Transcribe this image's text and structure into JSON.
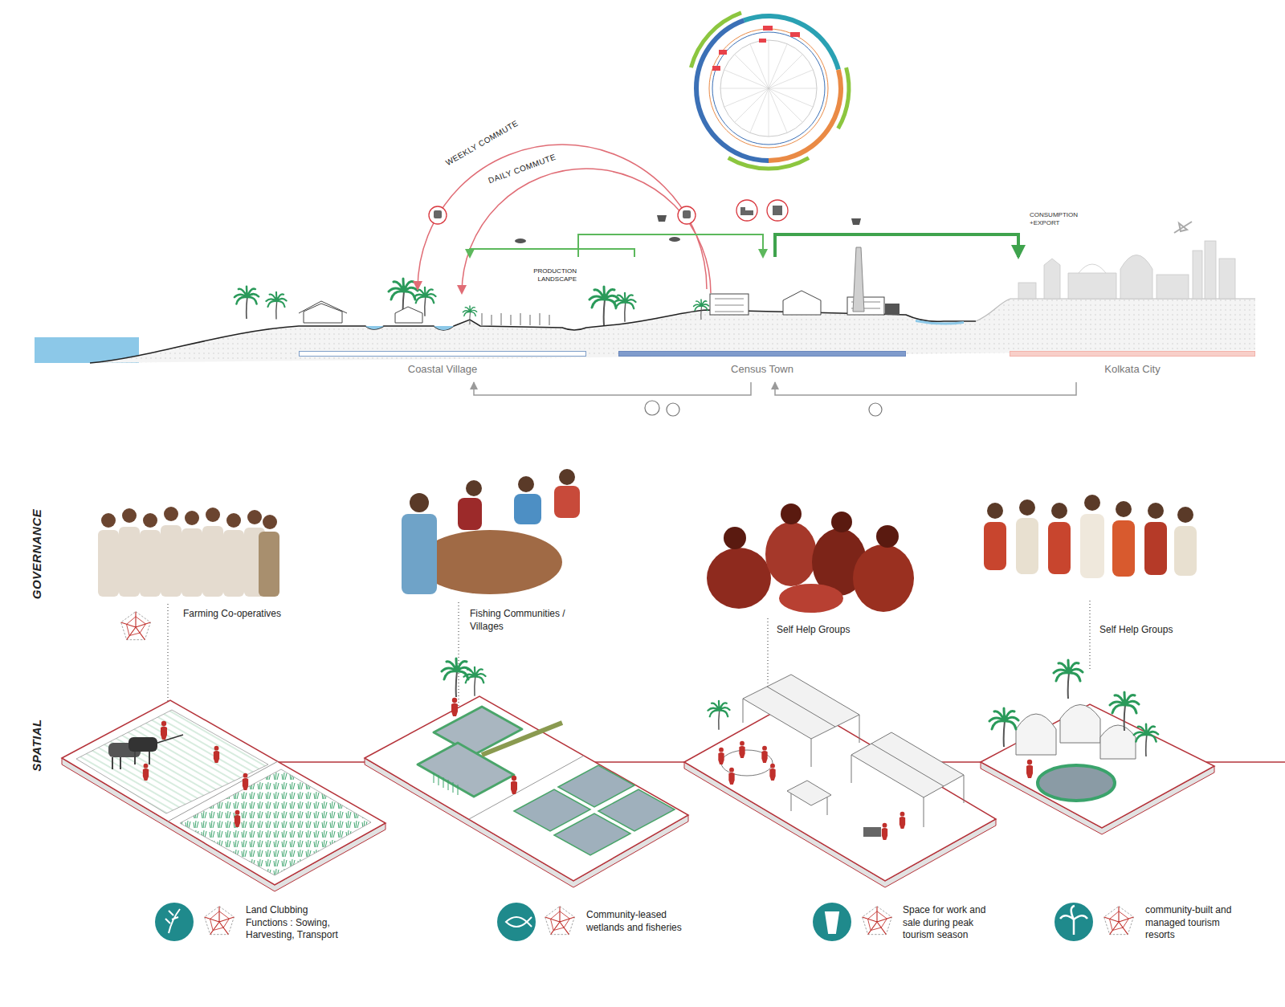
{
  "diagram": {
    "nodes": [
      {
        "text": [
          "Coastal Village"
        ]
      },
      {
        "text": [
          "Census Town"
        ]
      },
      {
        "text": [
          "Kolkata City"
        ]
      }
    ],
    "edges": [
      {
        "from": 0,
        "to": 1,
        "arrow": "to"
      },
      {
        "from": 1,
        "to": 0,
        "arrow": "to"
      },
      {
        "from": 1,
        "to": 2,
        "arrow": "to",
        "label": "CONSUMPTION +EXPORT"
      },
      {
        "from": 1,
        "to": 0,
        "arrow": "to"
      },
      {
        "from": 2,
        "to": 1,
        "arrow": "to"
      }
    ],
    "labels": [
      "WEEKLY COMMUTE",
      "DAILY COMMUTE",
      "PRODUCTION LANDSCAPE",
      "GOVERNANCE",
      "SPATIAL",
      "Farming Co-operatives",
      "Fishing Communities / Villages",
      "Self Help Groups",
      "Self Help Groups",
      "Land Clubbing Functions : Sowing, Harvesting, Transport",
      "Community-leased wetlands and fisheries",
      "Space for work and sale during peak tourism season",
      "community-built and managed tourism resorts"
    ]
  }
}
